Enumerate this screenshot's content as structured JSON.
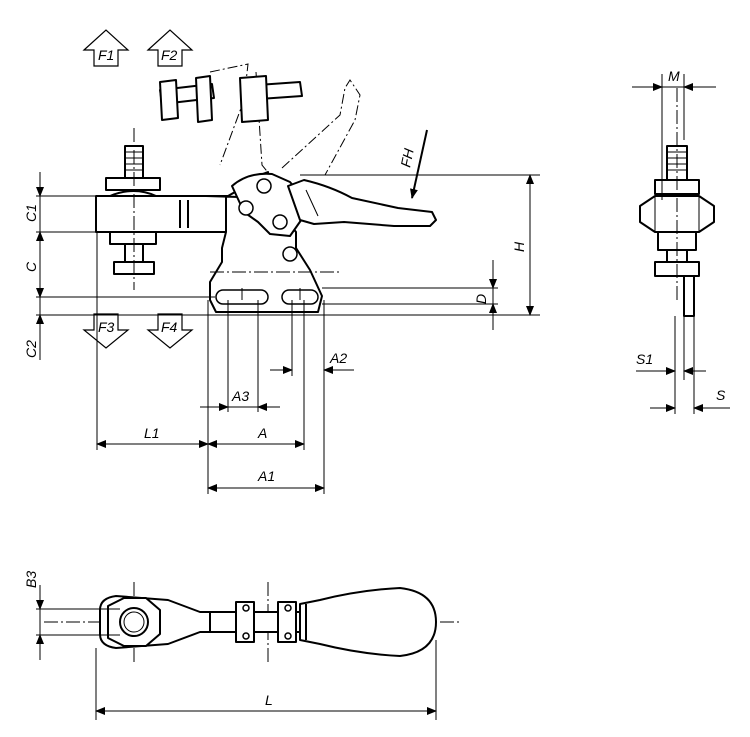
{
  "force_arrows": {
    "f1": "F1",
    "f2": "F2",
    "f3": "F3",
    "f4": "F4",
    "fh": "FH"
  },
  "dimensions": {
    "c1": "C1",
    "c": "C",
    "c2": "C2",
    "h": "H",
    "d": "D",
    "a2": "A2",
    "a3": "A3",
    "l1": "L1",
    "a": "A",
    "a1": "A1",
    "m": "M",
    "s1": "S1",
    "s": "S",
    "b3": "B3",
    "l": "L"
  }
}
